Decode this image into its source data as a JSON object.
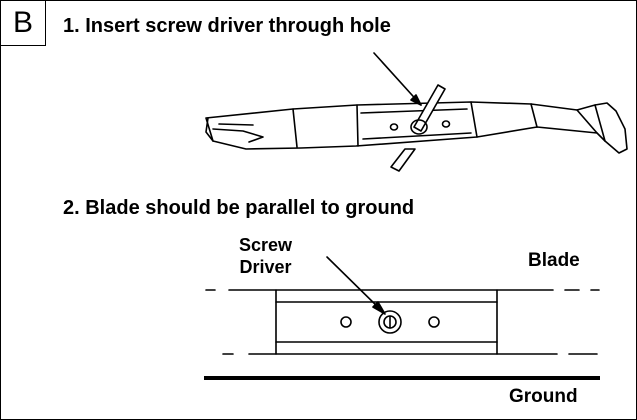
{
  "panel": {
    "letter": "B"
  },
  "steps": {
    "step1": "1. Insert screw driver through hole",
    "step2": "2. Blade should be parallel to ground"
  },
  "labels": {
    "screw_driver_line1": "Screw",
    "screw_driver_line2": "Driver",
    "blade": "Blade",
    "ground": "Ground"
  }
}
